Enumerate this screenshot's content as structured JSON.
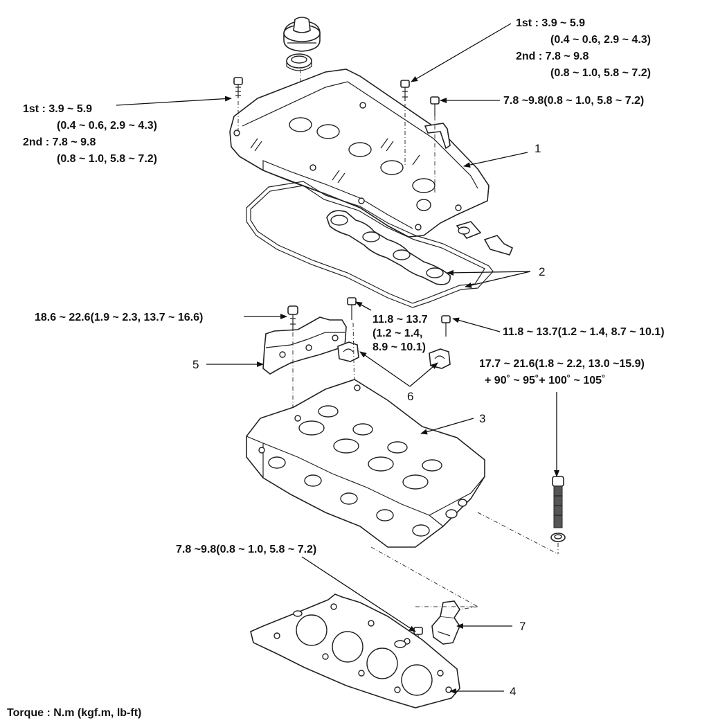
{
  "torque_note": "Torque : N.m (kgf.m, lb-ft)",
  "callouts": {
    "top_right_bolt": {
      "line1": "1st  : 3.9 ~ 5.9",
      "line2": "(0.4 ~ 0.6, 2.9 ~ 4.3)",
      "line3": "2nd : 7.8 ~ 9.8",
      "line4": "(0.8 ~ 1.0, 5.8 ~ 7.2)"
    },
    "left_bolt": {
      "line1": "1st  : 3.9 ~ 5.9",
      "line2": "(0.4 ~ 0.6, 2.9 ~ 4.3)",
      "line3": "2nd : 7.8 ~ 9.8",
      "line4": "(0.8 ~ 1.0, 5.8 ~ 7.2)"
    },
    "bracket_bolt": "7.8 ~9.8(0.8 ~ 1.0, 5.8 ~ 7.2)",
    "cap_bolt_left": "18.6 ~ 22.6(1.9 ~ 2.3, 13.7 ~ 16.6)",
    "cap_bolt_mid": {
      "line1": "11.8 ~ 13.7",
      "line2": "(1.2 ~ 1.4,",
      "line3": "8.9 ~ 10.1)"
    },
    "cap_bolt_right": "11.8 ~ 13.7(1.2 ~ 1.4, 8.7 ~ 10.1)",
    "head_bolt": {
      "line1": "17.7 ~ 21.6(1.8 ~ 2.2, 13.0 ~15.9)",
      "line2": "+ 90˚ ~ 95˚+ 100˚ ~ 105˚"
    },
    "outlet_bolt": "7.8 ~9.8(0.8 ~ 1.0, 5.8 ~ 7.2)"
  },
  "part_numbers": {
    "p1": "1",
    "p2": "2",
    "p3": "3",
    "p4": "4",
    "p5": "5",
    "p6": "6",
    "p7": "7"
  }
}
